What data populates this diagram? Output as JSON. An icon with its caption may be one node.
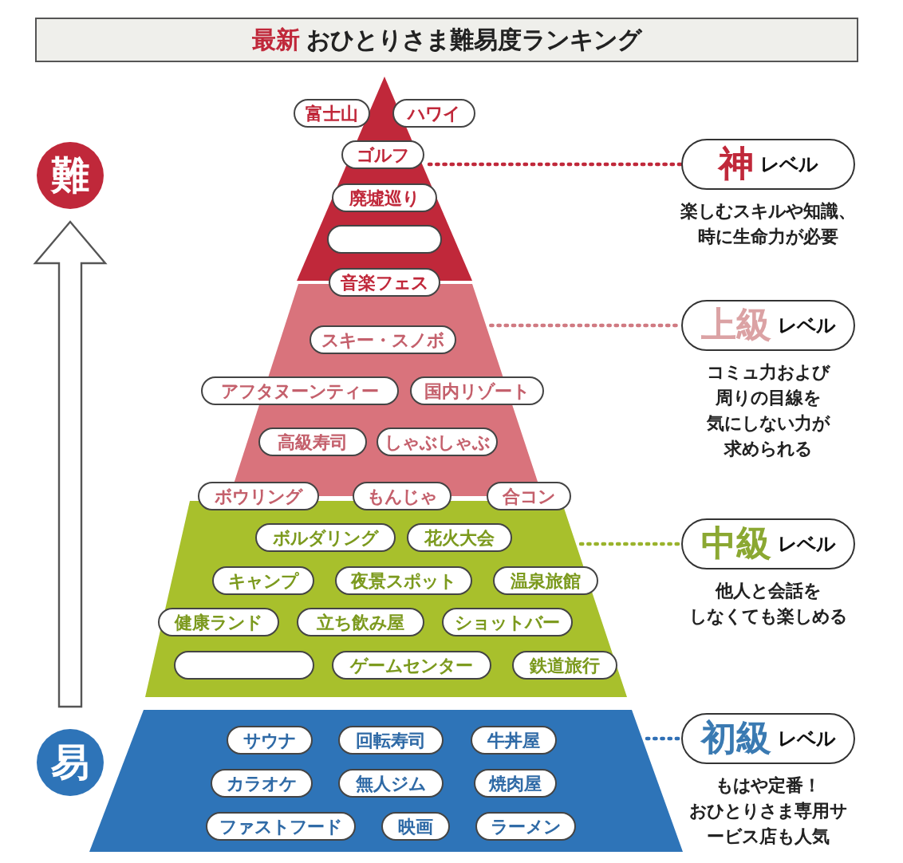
{
  "diagram": {
    "title": "**最新** おひとりさま難易度ランキング",
    "nodes": [
      {
        "text": [
          "難"
        ]
      },
      {
        "text": [],
        "shape": "triangle"
      },
      {
        "text": [
          "富士山"
        ],
        "in": 1
      },
      {
        "text": [
          "ハワイ"
        ],
        "in": 1
      },
      {
        "text": [
          "ゴルフ"
        ],
        "in": 1
      },
      {
        "text": [
          "廃墟巡り"
        ],
        "in": 1
      },
      {
        "text": [],
        "shape": "box",
        "in": 1
      },
      {
        "text": [
          "音楽フェス"
        ]
      },
      {
        "text": [
          "神",
          "レベル"
        ],
        "beside": [
          "楽しむスキルや知識、時に生命力が必要"
        ]
      },
      {
        "text": [],
        "shape": "band"
      },
      {
        "text": [
          "スキー・スノボ"
        ],
        "in": 9
      },
      {
        "text": [
          "アフタヌーンティー"
        ],
        "in": 9
      },
      {
        "text": [
          "国内リゾート"
        ],
        "in": 9
      },
      {
        "text": [
          "高級寿司"
        ],
        "in": 9
      },
      {
        "text": [
          "しゃぶしゃぶ"
        ],
        "in": 9
      },
      {
        "text": [
          "ボウリング"
        ]
      },
      {
        "text": [
          "もんじゃ"
        ]
      },
      {
        "text": [
          "合コン"
        ]
      },
      {
        "text": [
          "上級",
          "レベル"
        ],
        "beside": [
          "コミュ力および周りの目線を気にしない力が求められる"
        ]
      },
      {
        "text": [],
        "shape": "band"
      },
      {
        "text": [
          "ボルダリング"
        ],
        "in": 19
      },
      {
        "text": [
          "花火大会"
        ],
        "in": 19
      },
      {
        "text": [
          "キャンプ"
        ],
        "in": 19
      },
      {
        "text": [
          "夜景スポット"
        ],
        "in": 19
      },
      {
        "text": [
          "温泉旅館"
        ],
        "in": 19
      },
      {
        "text": [
          "健康ランド"
        ],
        "in": 19
      },
      {
        "text": [
          "立ち飲み屋"
        ],
        "in": 19
      },
      {
        "text": [
          "ショットバー"
        ],
        "in": 19
      },
      {
        "text": [],
        "shape": "box",
        "in": 19
      },
      {
        "text": [
          "ゲームセンター"
        ],
        "in": 19
      },
      {
        "text": [
          "鉄道旅行"
        ],
        "in": 19
      },
      {
        "text": [
          "中級",
          "レベル"
        ],
        "beside": [
          "他人と会話をしなくても楽しめる"
        ]
      },
      {
        "text": [
          "易"
        ]
      },
      {
        "text": [],
        "shape": "band"
      },
      {
        "text": [
          "サウナ"
        ],
        "in": 33
      },
      {
        "text": [
          "回転寿司"
        ],
        "in": 33
      },
      {
        "text": [
          "牛丼屋"
        ],
        "in": 33
      },
      {
        "text": [
          "カラオケ"
        ],
        "in": 33
      },
      {
        "text": [
          "無人ジム"
        ],
        "in": 33
      },
      {
        "text": [
          "焼肉屋"
        ],
        "in": 33
      },
      {
        "text": [
          "ファストフード"
        ],
        "in": 33
      },
      {
        "text": [
          "映画"
        ],
        "in": 33
      },
      {
        "text": [
          "ラーメン"
        ],
        "in": 33
      },
      {
        "text": [
          "初級",
          "レベル"
        ],
        "beside": [
          "もはや定番！おひとりさま専用サービス店も人気"
        ]
      }
    ],
    "edges": [
      {
        "from": 32,
        "to": 0,
        "arrow": "to",
        "color": "#555555"
      },
      {
        "from": 4,
        "to": 8,
        "arrow": "none",
        "style": "dashed",
        "color": "#c0283a"
      },
      {
        "from": 9,
        "to": 18,
        "arrow": "none",
        "style": "dashed",
        "color": "#d07a82"
      },
      {
        "from": 19,
        "to": 31,
        "arrow": "none",
        "style": "dashed",
        "color": "#9ab32c"
      },
      {
        "from": 33,
        "to": 43,
        "arrow": "none",
        "style": "dashed",
        "color": "#2f6fb5"
      }
    ]
  }
}
